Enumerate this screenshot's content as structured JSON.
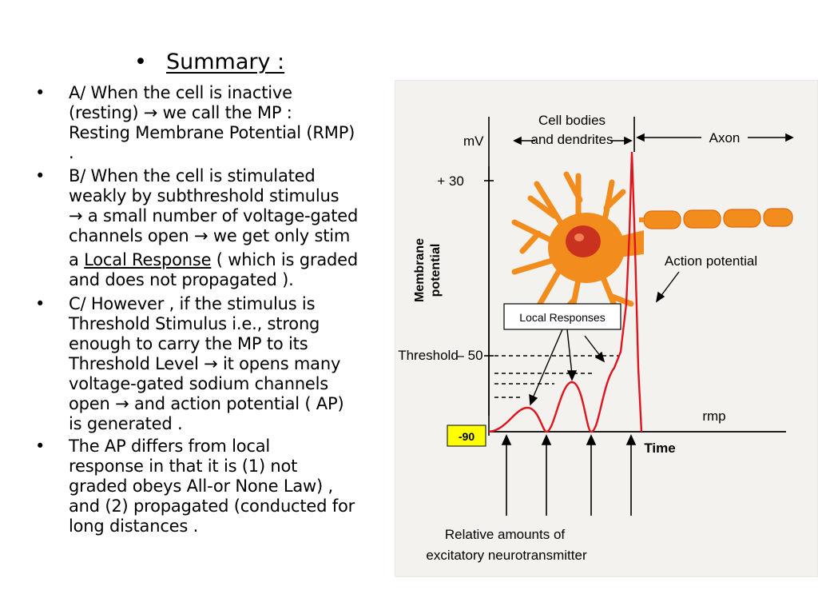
{
  "slide": {
    "title_bullet": "•",
    "title": "Summary :",
    "paragraphs": [
      {
        "bullet": "•",
        "lines": [
          "A/ When the cell is inactive",
          "(resting)  → we call the MP :",
          "Resting Membrane Potential (RMP)",
          "."
        ]
      },
      {
        "bullet": "•",
        "lines": [
          "B/ When the cell is stimulated",
          "weakly by subthreshold stimulus",
          "→ a small number of voltage-gated",
          "channels open → we get only stim",
          {
            "pre": "a ",
            "u": "Local Response",
            "post": " ( which is graded"
          },
          "and does not propagated )."
        ]
      },
      {
        "bullet": "•",
        "lines": [
          "C/ However , if the stimulus is",
          "Threshold Stimulus i.e., strong",
          "enough to carry the MP to its",
          "Threshold Level → it opens many",
          "voltage-gated sodium channels",
          "open → and action potential ( AP)",
          "is generated  ."
        ]
      },
      {
        "bullet": "•",
        "lines": [
          "The AP differs from local",
          "response in that it is (1)  not",
          "graded  obeys All-or None Law) ,",
          "and (2) propagated (conducted for",
          "long distances ."
        ]
      }
    ]
  },
  "figure": {
    "y_unit": "mV",
    "y_axis_label": [
      "Membrane",
      "potential"
    ],
    "tick_plus30": "+ 30",
    "tick_minus50": "– 50",
    "threshold_label": "Threshold",
    "region_cell_bodies": [
      "Cell bodies",
      "and dendrites"
    ],
    "region_axon": "Axon",
    "action_potential_label": "Action potential",
    "local_responses_label": "Local Responses",
    "rmp_label": "rmp",
    "minus90_label": "-90",
    "x_axis_label": "Time",
    "stimulus_label": [
      "Relative amounts of",
      "excitatory neurotransmitter"
    ],
    "colors": {
      "trace": "#e0141e",
      "neuron": "#f28c1c",
      "nucleus": "#c8321e",
      "badge_yellow": "#ffff00"
    }
  }
}
